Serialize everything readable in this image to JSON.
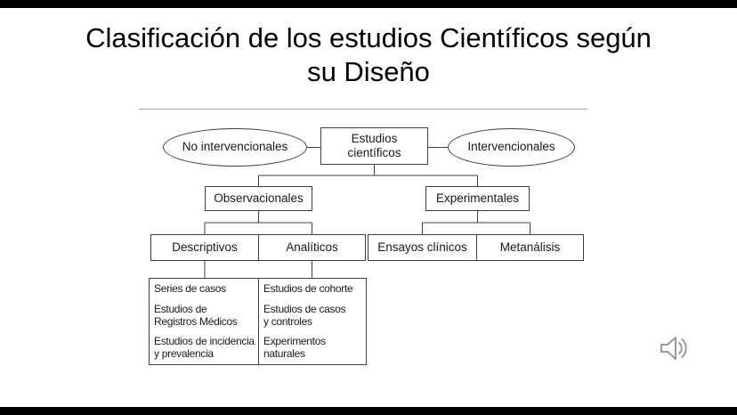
{
  "slide": {
    "title_line1": "Clasificación de los estudios Científicos según",
    "title_line2": "su Diseño"
  },
  "diagram": {
    "root_label": "Estudios\ncientíficos",
    "left_ellipse_label": "No intervencionales",
    "right_ellipse_label": "Intervencionales",
    "observacionales_label": "Observacionales",
    "experimentales_label": "Experimentales",
    "descriptivos_label": "Descriptivos",
    "analiticos_label": "Analíticos",
    "ensayos_label": "Ensayos clínicos",
    "metanalisis_label": "Metanálisis",
    "descriptivos_items": [
      "Series de casos",
      "Estudios de\nRegistros Médicos",
      "Estudios de incidencia\ny prevalencia"
    ],
    "analiticos_items": [
      "Estudios de cohorte",
      "Estudios de casos\ny controles",
      "Experimentos\nnaturales"
    ]
  },
  "colors": {
    "line": "#3f3f3f",
    "border": "#3f3f3f",
    "speaker_gray": "#9a9a9a",
    "divider_gray": "#a9a9a9",
    "letterbox_black": "#000000"
  },
  "icons": {
    "speaker": "speaker-icon"
  }
}
